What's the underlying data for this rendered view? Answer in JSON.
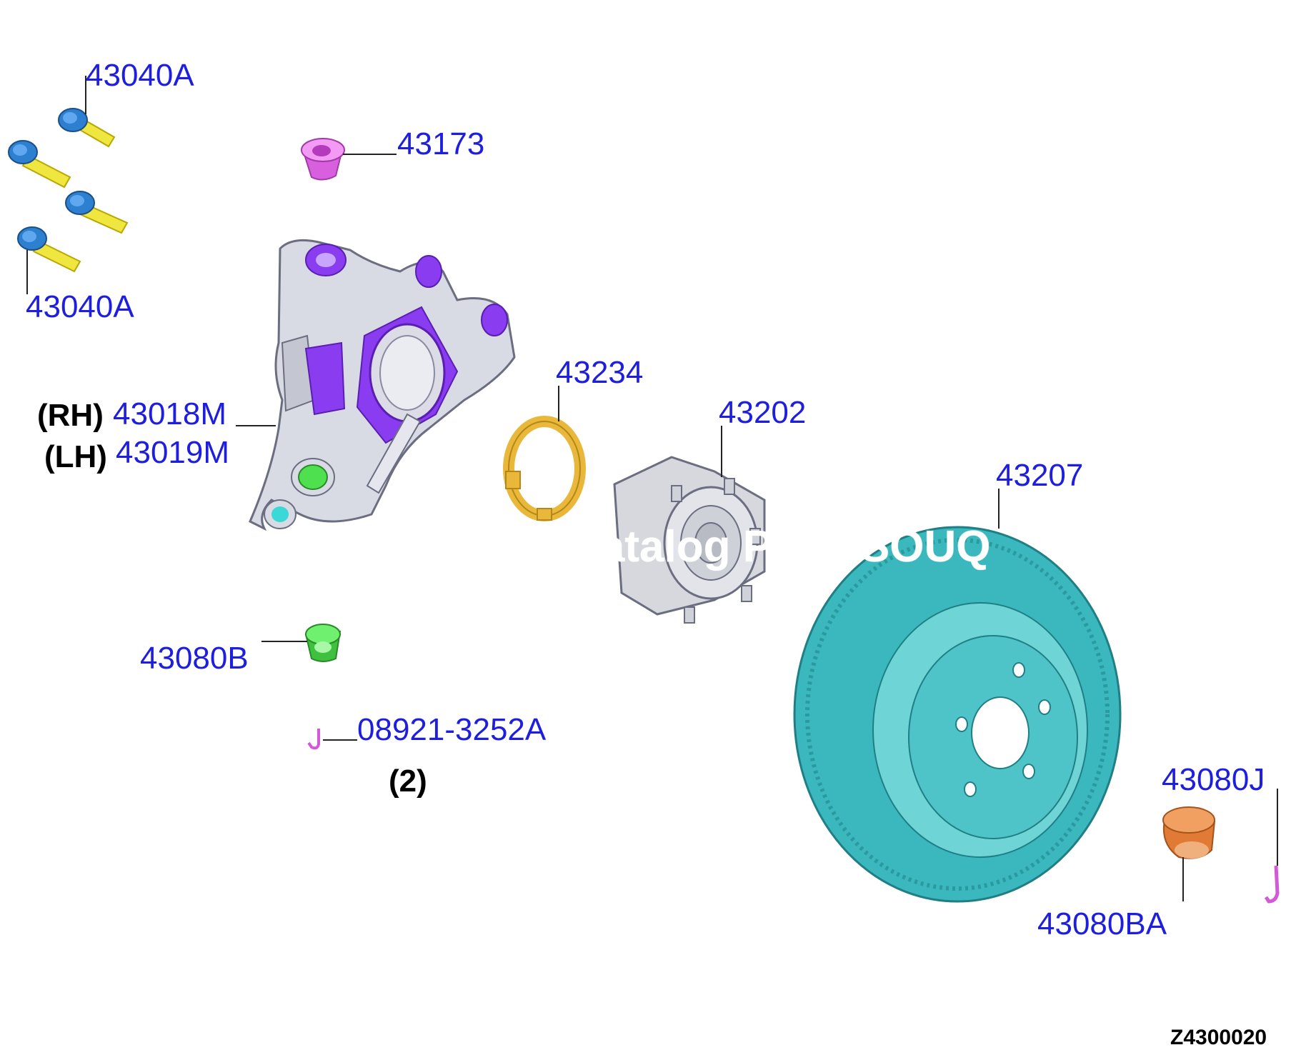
{
  "diagram": {
    "callouts": {
      "bolt_top": "43040A",
      "bolt_bottom": "43040A",
      "bushing_pink": "43173",
      "knuckle_rh": "43018M",
      "knuckle_lh": "43019M",
      "sensor_ring": "43234",
      "hub_bearing": "43202",
      "brake_disc": "43207",
      "seal_green": "43080B",
      "clip_left": "08921-3252A",
      "clip_right": "43080J",
      "nut_orange": "43080BA"
    },
    "side_labels": {
      "rh": "(RH)",
      "lh": "(LH)"
    },
    "quantity": "(2)",
    "watermark": "Merchant Parts Catalog PARTSOUQ",
    "diagram_code": "Z4300020",
    "colors": {
      "callout_text": "#1e1ee0",
      "bolt_head": "#2d7fd0",
      "bolt_shank": "#f0e640",
      "knuckle_body": "#d8dae4",
      "knuckle_accent": "#8a3cf0",
      "bushing": "#e470e8",
      "ring": "#e9b73a",
      "hub": "#d6d8de",
      "disc": "#3bb8bd",
      "seal": "#4fe04f",
      "nut": "#e9843e",
      "clip": "#d458d8"
    }
  }
}
